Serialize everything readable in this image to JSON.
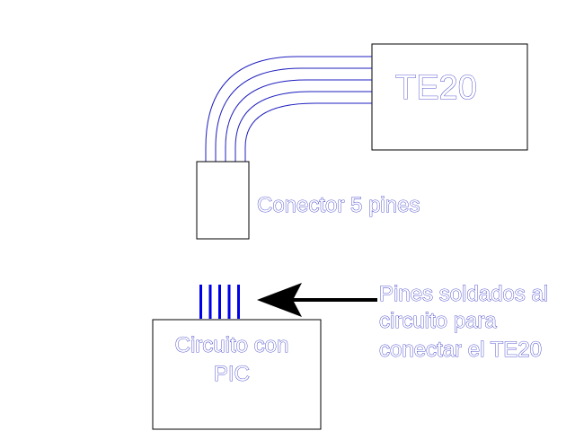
{
  "colors": {
    "line_blue": "#1f1fbf",
    "pin_blue": "#0000e6",
    "text_blue": "#1f1fbf",
    "box_stroke": "#000000",
    "arrow": "#000000",
    "background": "#ffffff"
  },
  "boxes": {
    "te20": {
      "label": "TE20"
    },
    "connector": {
      "label": "Conector 5 pines"
    },
    "circuit": {
      "label_line1": "Circuito con",
      "label_line2": "PIC"
    }
  },
  "annotation": {
    "line1": "Pines soldados al",
    "line2": "circuito para",
    "line3": "conectar el TE20"
  },
  "cable": {
    "wire_count": 5
  },
  "pins": {
    "count": 5
  }
}
